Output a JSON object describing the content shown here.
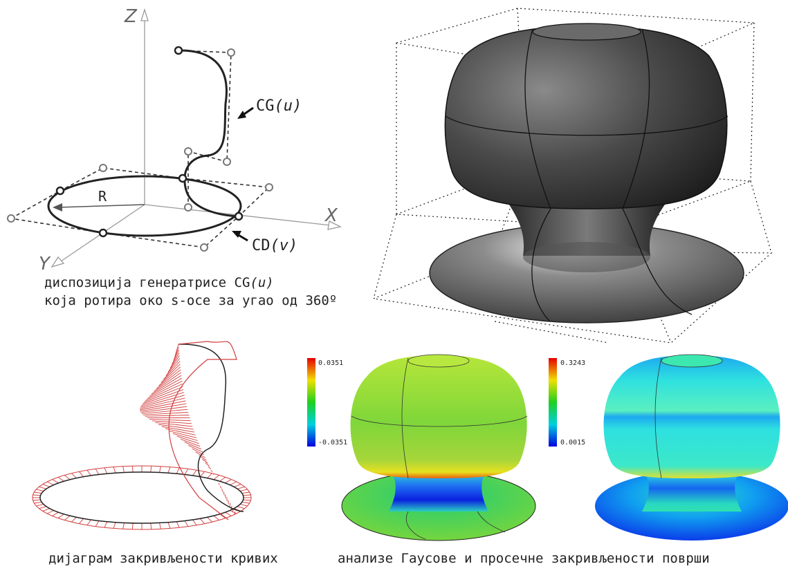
{
  "schematic": {
    "axis_z": "Z",
    "axis_x": "X",
    "axis_y": "Y",
    "radius_label": "R",
    "generatrix_base": "CG",
    "generatrix_param": "(u)",
    "directrix_base": "CD",
    "directrix_param": "(v)",
    "caption_line1_prefix": "диспозиција генератрисе CG",
    "caption_line1_param": "(u)",
    "caption_line2": "која ротира око s-осе за угао од 360º"
  },
  "colorbars": {
    "gauss": {
      "max": "0.0351",
      "min": "-0.0351"
    },
    "mean": {
      "max": "0.3243",
      "min": "0.0015"
    }
  },
  "captions": {
    "curvature_diagram": "дијаграм закривљености кривих",
    "surface_analysis": "анализе Гаусове и просечне закривљености површи"
  },
  "colors": {
    "curve": "#222222",
    "curvature_comb": "#d23c3c",
    "surface_dark": "#3a3a3a"
  }
}
